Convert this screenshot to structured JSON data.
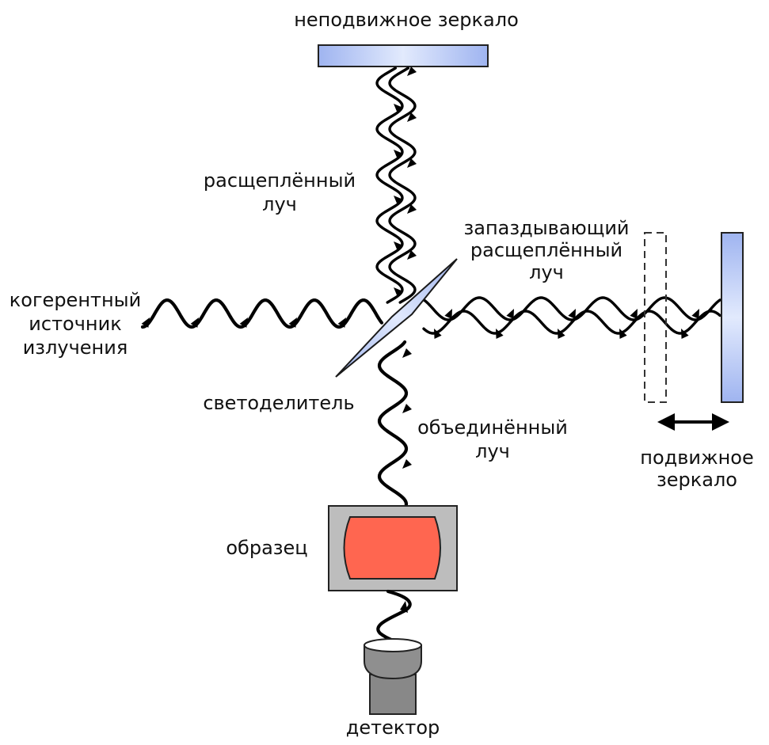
{
  "title": "Michelson interferometer schematic",
  "labels": {
    "fixed_mirror": "неподвижное зеркало",
    "split_beam_line1": "расщеплённый",
    "split_beam_line2": "луч",
    "delayed_beam_line1": "запаздывающий",
    "delayed_beam_line2": "расщеплённый",
    "delayed_beam_line3": "луч",
    "source_line1": "когерентный",
    "source_line2": "источник",
    "source_line3": "излучения",
    "beam_splitter": "светоделитель",
    "combined_beam_line1": "объединённый",
    "combined_beam_line2": "луч",
    "movable_mirror_line1": "подвижное",
    "movable_mirror_line2": "зеркало",
    "sample": "образец",
    "detector": "детектор"
  },
  "colors": {
    "mirror_light": "#e2eafd",
    "mirror_dark": "#9fb4f0",
    "sample_fill": "#ff6650",
    "sample_holder": "#bdbdbd",
    "detector_body": "#888888",
    "beam": "#000000"
  }
}
